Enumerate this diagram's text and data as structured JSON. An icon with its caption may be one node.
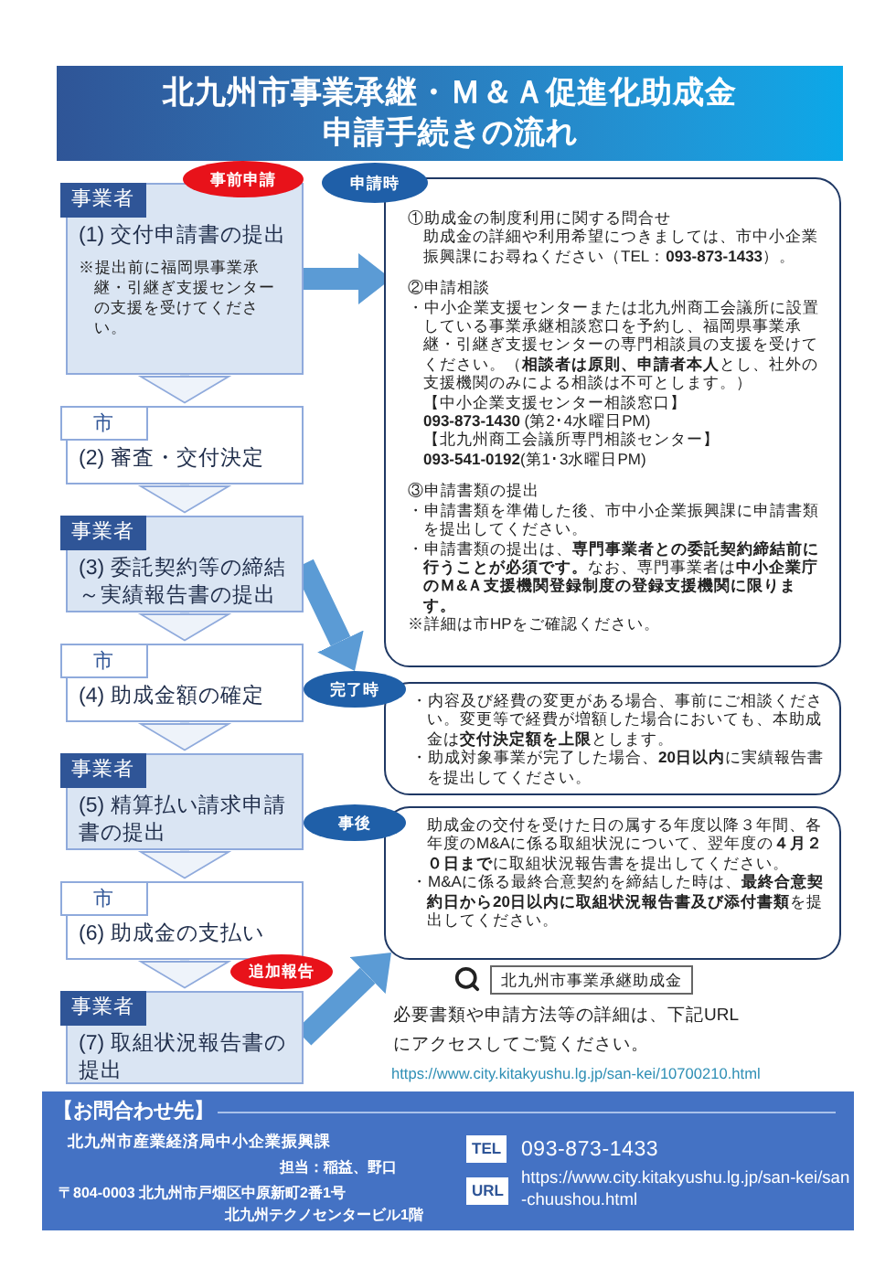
{
  "diagram": {
    "title": "北九州市事業承継・Ｍ＆Ａ促進化助成金申請手続きの流れ",
    "nodes": [
      {
        "text": [
          "事業者",
          "(1) 交付申請書の提出",
          "※提出前に福岡県事業承継・引継ぎ支援センターの支援を受けてください。"
        ]
      },
      {
        "text": [
          "市",
          "(2) 審査・交付決定"
        ]
      },
      {
        "text": [
          "事業者",
          "(3) 委託契約等の締結～実績報告書の提出"
        ]
      },
      {
        "text": [
          "市",
          "(4) 助成金額の確定"
        ]
      },
      {
        "text": [
          "事業者",
          "(5) 精算払い請求申請書の提出"
        ]
      },
      {
        "text": [
          "市",
          "(6) 助成金の支払い"
        ]
      },
      {
        "text": [
          "事業者",
          "(7) 取組状況報告書の提出"
        ]
      },
      {
        "text": [
          "事前申請"
        ]
      },
      {
        "text": [
          "追加報告"
        ]
      },
      {
        "text": [
          "申請時"
        ]
      },
      {
        "text": [
          "完了時"
        ]
      },
      {
        "text": [
          "事後"
        ]
      },
      {
        "text": [
          "①助成金の制度利用に関する問合せ",
          "助成金の詳細や利用希望につきましては、市中小企業振興課にお尋ねください（TEL：**093-873-1433**）。",
          "②申請相談",
          "・中小企業支援センターまたは北九州商工会議所に設置している事業承継相談窓口を予約し、福岡県事業承継・引継ぎ支援センターの専門相談員の支援を受けてください。（**相談者は原則、申請者本人**とし、社外の支援機関のみによる相談は不可とします。）",
          "【中小企業支援センター相談窓口】",
          "**093-873-1430** (第2･4水曜日PM)",
          "【北九州商工会議所専門相談センター】",
          "**093-541-0192**(第1･3水曜日PM)",
          "③申請書類の提出",
          "・申請書類を準備した後、市中小企業振興課に申請書類を提出してください。",
          "・申請書類の提出は、**専門事業者との委託契約締結前に行うことが必須です。**なお、専門事業者は**中小企業庁のＭ&Ａ支援機関登録制度の登録支援機関に限ります。**",
          "※詳細は市HPをご確認ください。"
        ]
      },
      {
        "text": [
          "・内容及び経費の変更がある場合、事前にご相談ください。変更等で経費が増額した場合においても、本助成金は**交付決定額を上限**とします。",
          "・助成対象事業が完了した場合、**20日以内**に実績報告書を提出してください。"
        ]
      },
      {
        "text": [
          "助成金の交付を受けた日の属する年度以降３年間、各年度のM&Aに係る取組状況について、翌年度の**４月２０日まで**に取組状況報告書を提出してください。",
          "・M&Aに係る最終合意契約を締結した時は、**最終合意契約日から20日以内に取組状況報告書及び添付書類**を提出してください。"
        ]
      }
    ],
    "edges": [
      {
        "from": 0,
        "to": 1,
        "arrow": "to"
      },
      {
        "from": 1,
        "to": 2,
        "arrow": "to"
      },
      {
        "from": 2,
        "to": 3,
        "arrow": "to"
      },
      {
        "from": 3,
        "to": 4,
        "arrow": "to"
      },
      {
        "from": 4,
        "to": 5,
        "arrow": "to"
      },
      {
        "from": 5,
        "to": 6,
        "arrow": "to"
      },
      {
        "from": 0,
        "to": 12,
        "arrow": "to",
        "style": "thick",
        "color": "#5b9bd5"
      },
      {
        "from": 2,
        "to": 10,
        "arrow": "to",
        "style": "thick",
        "color": "#5b9bd5"
      },
      {
        "from": 6,
        "to": 14,
        "arrow": "to",
        "style": "thick",
        "color": "#5b9bd5"
      }
    ],
    "labels": [
      "北九州市事業承継助成金",
      "必要書類や申請方法等の詳細は、下記URLにアクセスしてご覧ください。",
      "https://www.city.kitakyushu.lg.jp/san-kei/10700210.html",
      "【お問合わせ先】",
      "北九州市産業経済局中小企業振興課",
      "担当：稲益、野口",
      "TEL",
      "093-873-1433",
      "〒804-0003 北九州市戸畑区中原新町2番1号",
      "北九州テクノセンタービル1階",
      "URL",
      "https://www.city.kitakyushu.lg.jp/san-kei/san-chuushou.html"
    ]
  }
}
